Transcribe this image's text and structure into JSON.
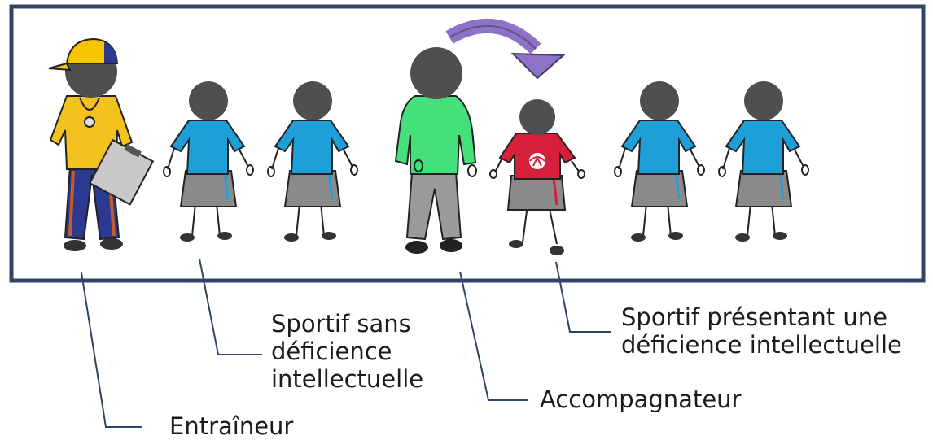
{
  "labels": {
    "coach": "Entraîneur",
    "companion": "Accompagnateur",
    "athlete_without_line1": "Sportif sans",
    "athlete_without_line2": "déficience",
    "athlete_without_line3": "intellectuelle",
    "athlete_with_line1": "Sportif présentant une",
    "athlete_with_line2": "déficience intellectuelle"
  },
  "colors": {
    "frame": "#2f4468",
    "leader_line": "#2f4468",
    "head": "#4f4f4f",
    "coach_shirt": "#f4c21e",
    "coach_cap": "#f6c500",
    "coach_pants": "#2b3a8f",
    "athlete_shirt": "#1e9fd8",
    "shorts": "#8a8a8a",
    "companion_shirt": "#44e07a",
    "companion_pants": "#9a9a9a",
    "special_shirt": "#d51f3b",
    "arrow": "#8e72c8"
  },
  "icons": [
    "person-coach-icon",
    "person-athlete-icon",
    "person-companion-icon",
    "curved-arrow-icon",
    "special-olympics-logo-icon"
  ]
}
